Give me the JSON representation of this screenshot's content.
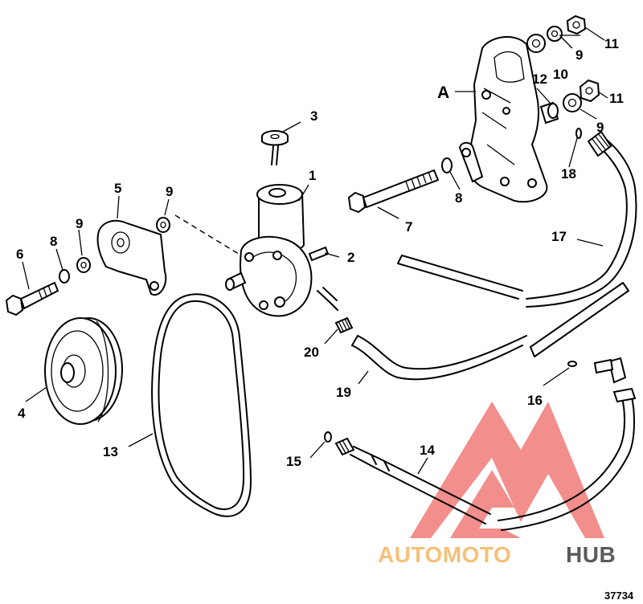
{
  "figure_number": "37734",
  "view_label": "A",
  "callouts": {
    "c1": "1",
    "c2": "2",
    "c3": "3",
    "c4": "4",
    "c5": "5",
    "c6": "6",
    "c7": "7",
    "c8a": "8",
    "c8b": "8",
    "c9a": "9",
    "c9b": "9",
    "c9c": "9",
    "c9d": "9",
    "c10": "10",
    "c11a": "11",
    "c11b": "11",
    "c12": "12",
    "c13": "13",
    "c14": "14",
    "c15": "15",
    "c16": "16",
    "c17": "17",
    "c18": "18",
    "c19": "19",
    "c20": "20"
  },
  "watermark": {
    "part1": "AUTOMOTO",
    "part2": "HUB",
    "color_red": "#e8322d",
    "color_orange": "#f5c07a",
    "color_gray": "#5a5a5a"
  }
}
